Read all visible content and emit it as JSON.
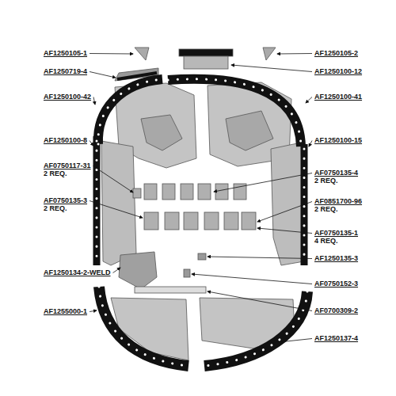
{
  "diagram": {
    "labels": [
      "AF1250105-1",
      "AF1250719-4",
      "AF1250100-42",
      "AF1250100-8",
      "AF0750117-31",
      "2 REQ.",
      "AF0750135-3",
      "2 REQ.",
      "AF1250134-2-WELD",
      "AF1255000-1",
      "AF1250105-2",
      "AF1250100-12",
      "AF1250100-41",
      "AF1250100-15",
      "AF0750135-4",
      "2 REQ.",
      "AF0851700-96",
      "2 REQ.",
      "AF0750135-1",
      "4 REQ.",
      "AF1250135-3",
      "AF0750152-3",
      "AF0700309-2",
      "AF1250137-4"
    ]
  }
}
